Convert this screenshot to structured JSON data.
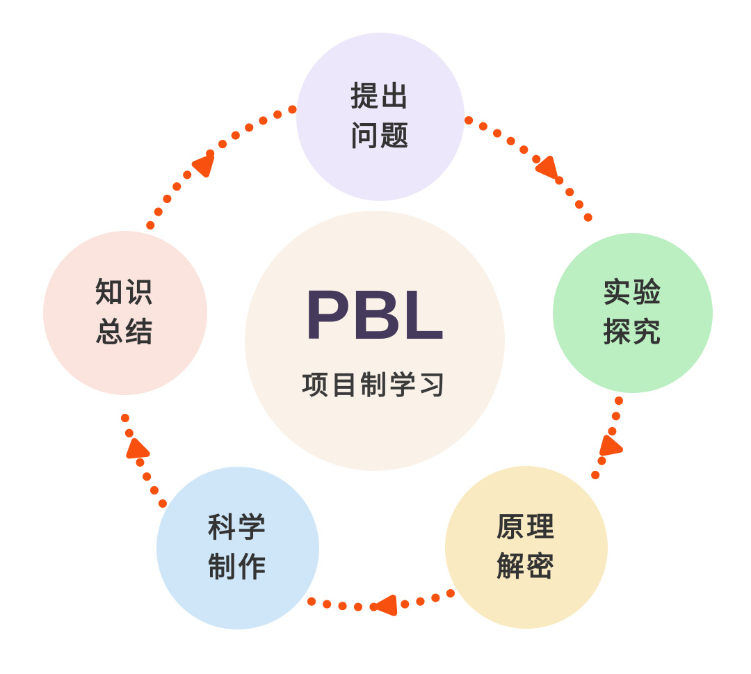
{
  "diagram": {
    "title_semantic": "PBL cycle diagram",
    "center": {
      "title": "PBL",
      "subtitle": "项目制学习",
      "bg_color": "#FAF2E9",
      "title_color": "#45395C",
      "subtitle_color": "#3A3A3A"
    },
    "satellites": [
      {
        "position": "top",
        "label": "提出\n问题",
        "color": "#ECE7FA"
      },
      {
        "position": "right",
        "label": "实验\n探究",
        "color": "#BBEEC1"
      },
      {
        "position": "bottom-right",
        "label": "原理\n解密",
        "color": "#FAEAC2"
      },
      {
        "position": "bottom-left",
        "label": "科学\n制作",
        "color": "#CEE6F7"
      },
      {
        "position": "left",
        "label": "知识\n总结",
        "color": "#FBE4DD"
      }
    ],
    "flow": {
      "direction": "clockwise",
      "accent_color": "#F8500E",
      "label_text_color": "#333333"
    }
  }
}
